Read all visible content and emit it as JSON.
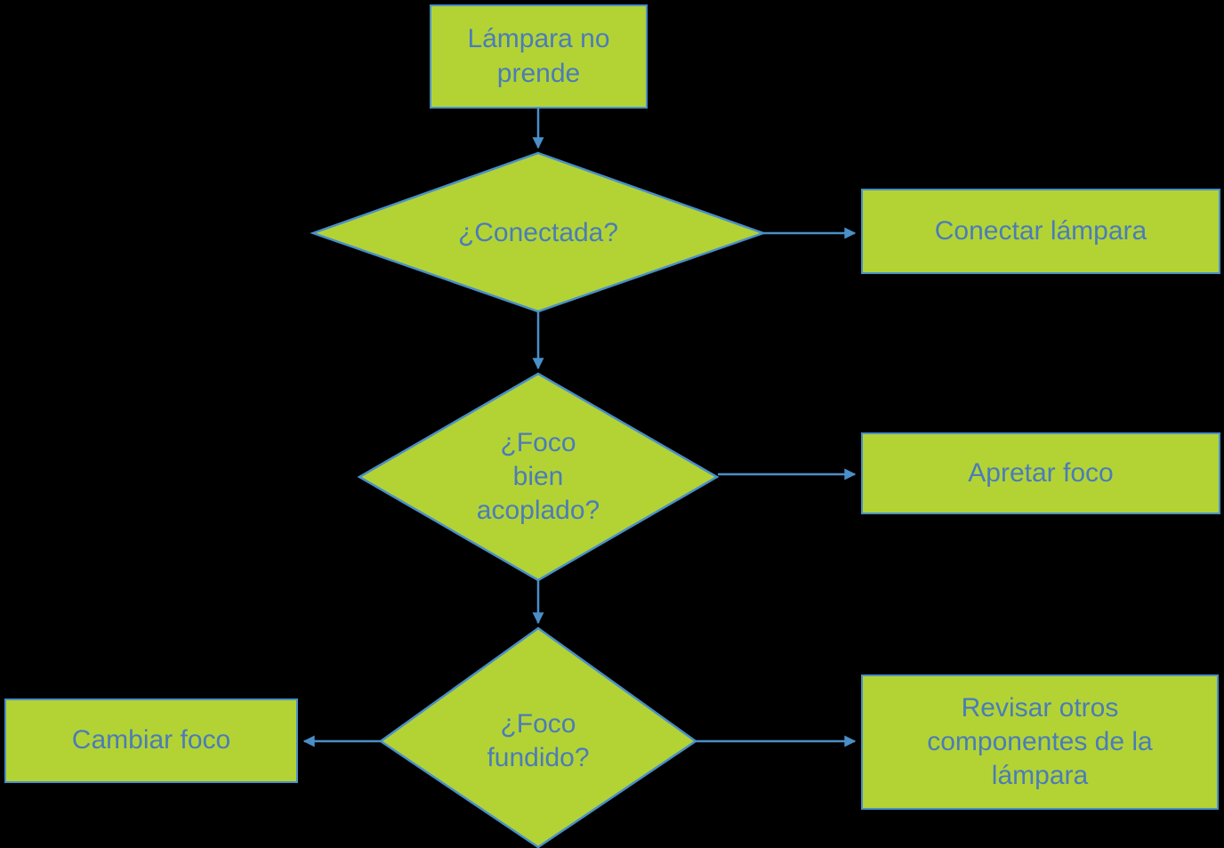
{
  "colors": {
    "background": "#000000",
    "node_fill": "#b3d335",
    "node_border": "#4a8fc7",
    "arrow": "#4a8fc7",
    "text": "#4b7cb8"
  },
  "flowchart": {
    "start": {
      "label": "Lámpara no\nprende"
    },
    "decision_conectada": {
      "label": "¿Conectada?"
    },
    "action_conectar": {
      "label": "Conectar lámpara"
    },
    "decision_foco_acoplado": {
      "label": "¿Foco\nbien\nacoplado?"
    },
    "action_apretar": {
      "label": "Apretar foco"
    },
    "decision_foco_fundido": {
      "label": "¿Foco\nfundido?"
    },
    "action_cambiar": {
      "label": "Cambiar foco"
    },
    "action_revisar": {
      "label": "Revisar otros\ncomponentes de la\nlámpara"
    }
  }
}
